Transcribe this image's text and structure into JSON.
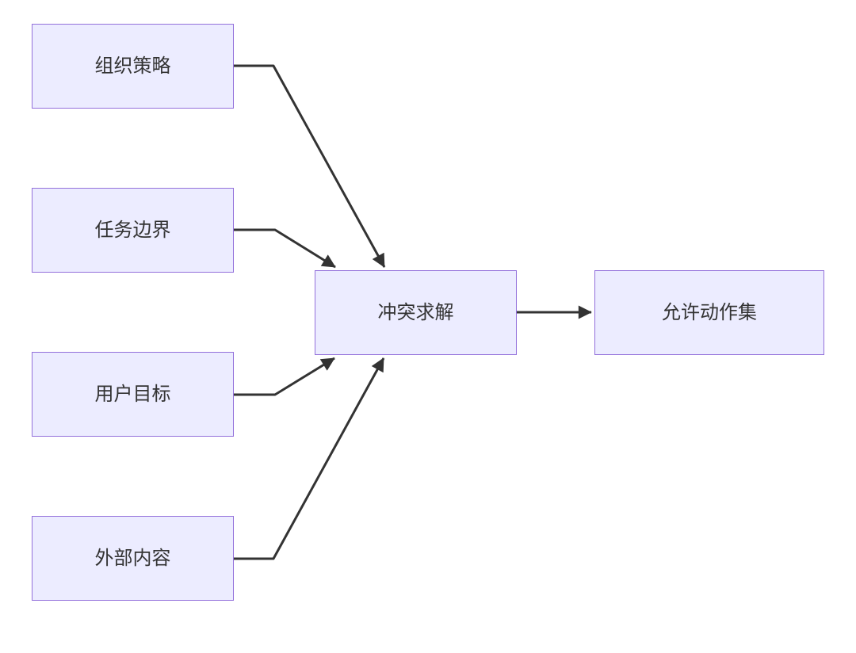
{
  "diagram": {
    "type": "flowchart",
    "direction": "left-to-right",
    "nodes": [
      {
        "id": "org_policy",
        "label": "组织策略"
      },
      {
        "id": "task_boundary",
        "label": "任务边界"
      },
      {
        "id": "user_goal",
        "label": "用户目标"
      },
      {
        "id": "external_content",
        "label": "外部内容"
      },
      {
        "id": "conflict_resolution",
        "label": "冲突求解"
      },
      {
        "id": "allowed_action_set",
        "label": "允许动作集"
      }
    ],
    "edges": [
      {
        "from": "org_policy",
        "to": "conflict_resolution"
      },
      {
        "from": "task_boundary",
        "to": "conflict_resolution"
      },
      {
        "from": "user_goal",
        "to": "conflict_resolution"
      },
      {
        "from": "external_content",
        "to": "conflict_resolution"
      },
      {
        "from": "conflict_resolution",
        "to": "allowed_action_set"
      }
    ],
    "colors": {
      "node_fill": "#ECECFF",
      "node_border": "#9370DB",
      "edge": "#333333",
      "text": "#333333",
      "background": "#FFFFFF"
    }
  }
}
